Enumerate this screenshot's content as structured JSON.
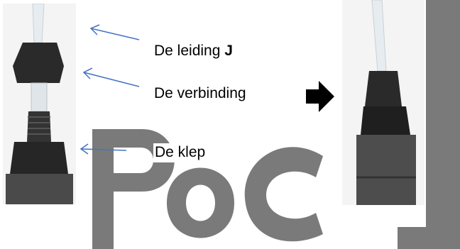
{
  "labels": {
    "tube": "De leiding",
    "tube_suffix": "J",
    "connection": "De verbinding",
    "valve": "De klep"
  },
  "icons": {
    "pointer_arrows": "thin-blue-arrow-icon",
    "transition_arrow": "black-right-arrow-icon"
  },
  "colors": {
    "pointer_arrow": "#4472c4",
    "watermark": "#7a7a7a",
    "transition_arrow": "#000000",
    "fitting": "#2a2a2a",
    "tube": "#e6ecef"
  }
}
